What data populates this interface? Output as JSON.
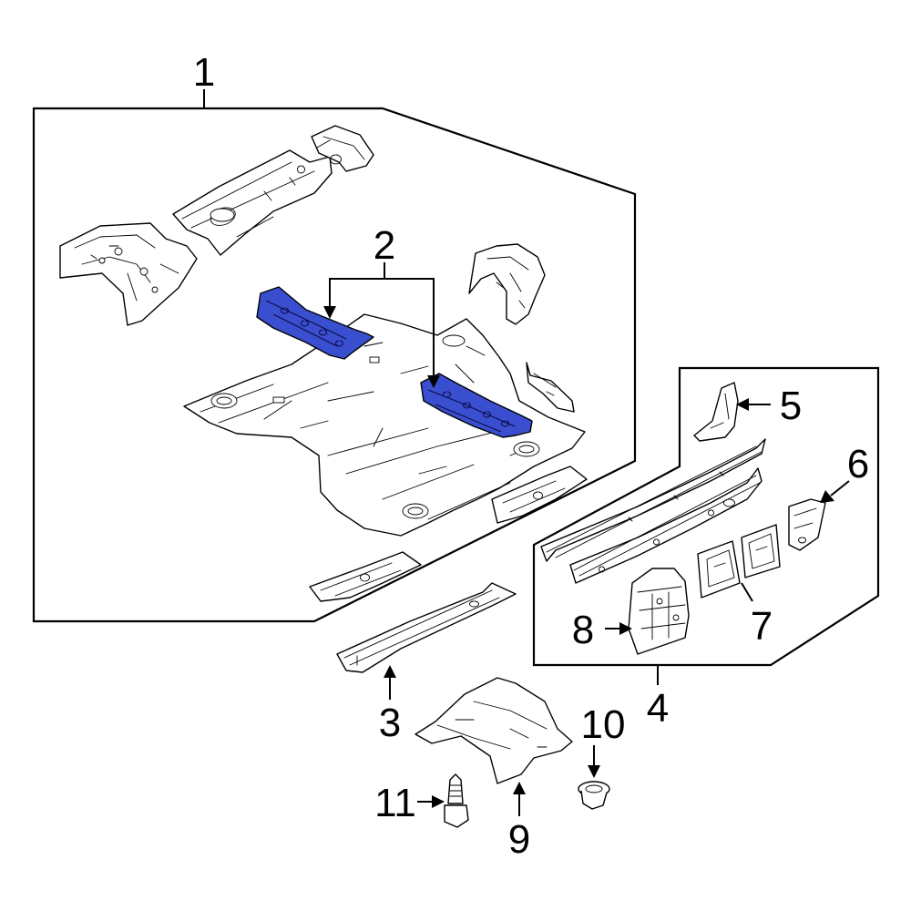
{
  "callouts": {
    "c1": "1",
    "c2": "2",
    "c3": "3",
    "c4": "4",
    "c5": "5",
    "c6": "6",
    "c7": "7",
    "c8": "8",
    "c9": "9",
    "c10": "10",
    "c11": "11"
  },
  "colors": {
    "highlight": "#3a4fd0",
    "outline": "#000000",
    "background": "#ffffff"
  }
}
